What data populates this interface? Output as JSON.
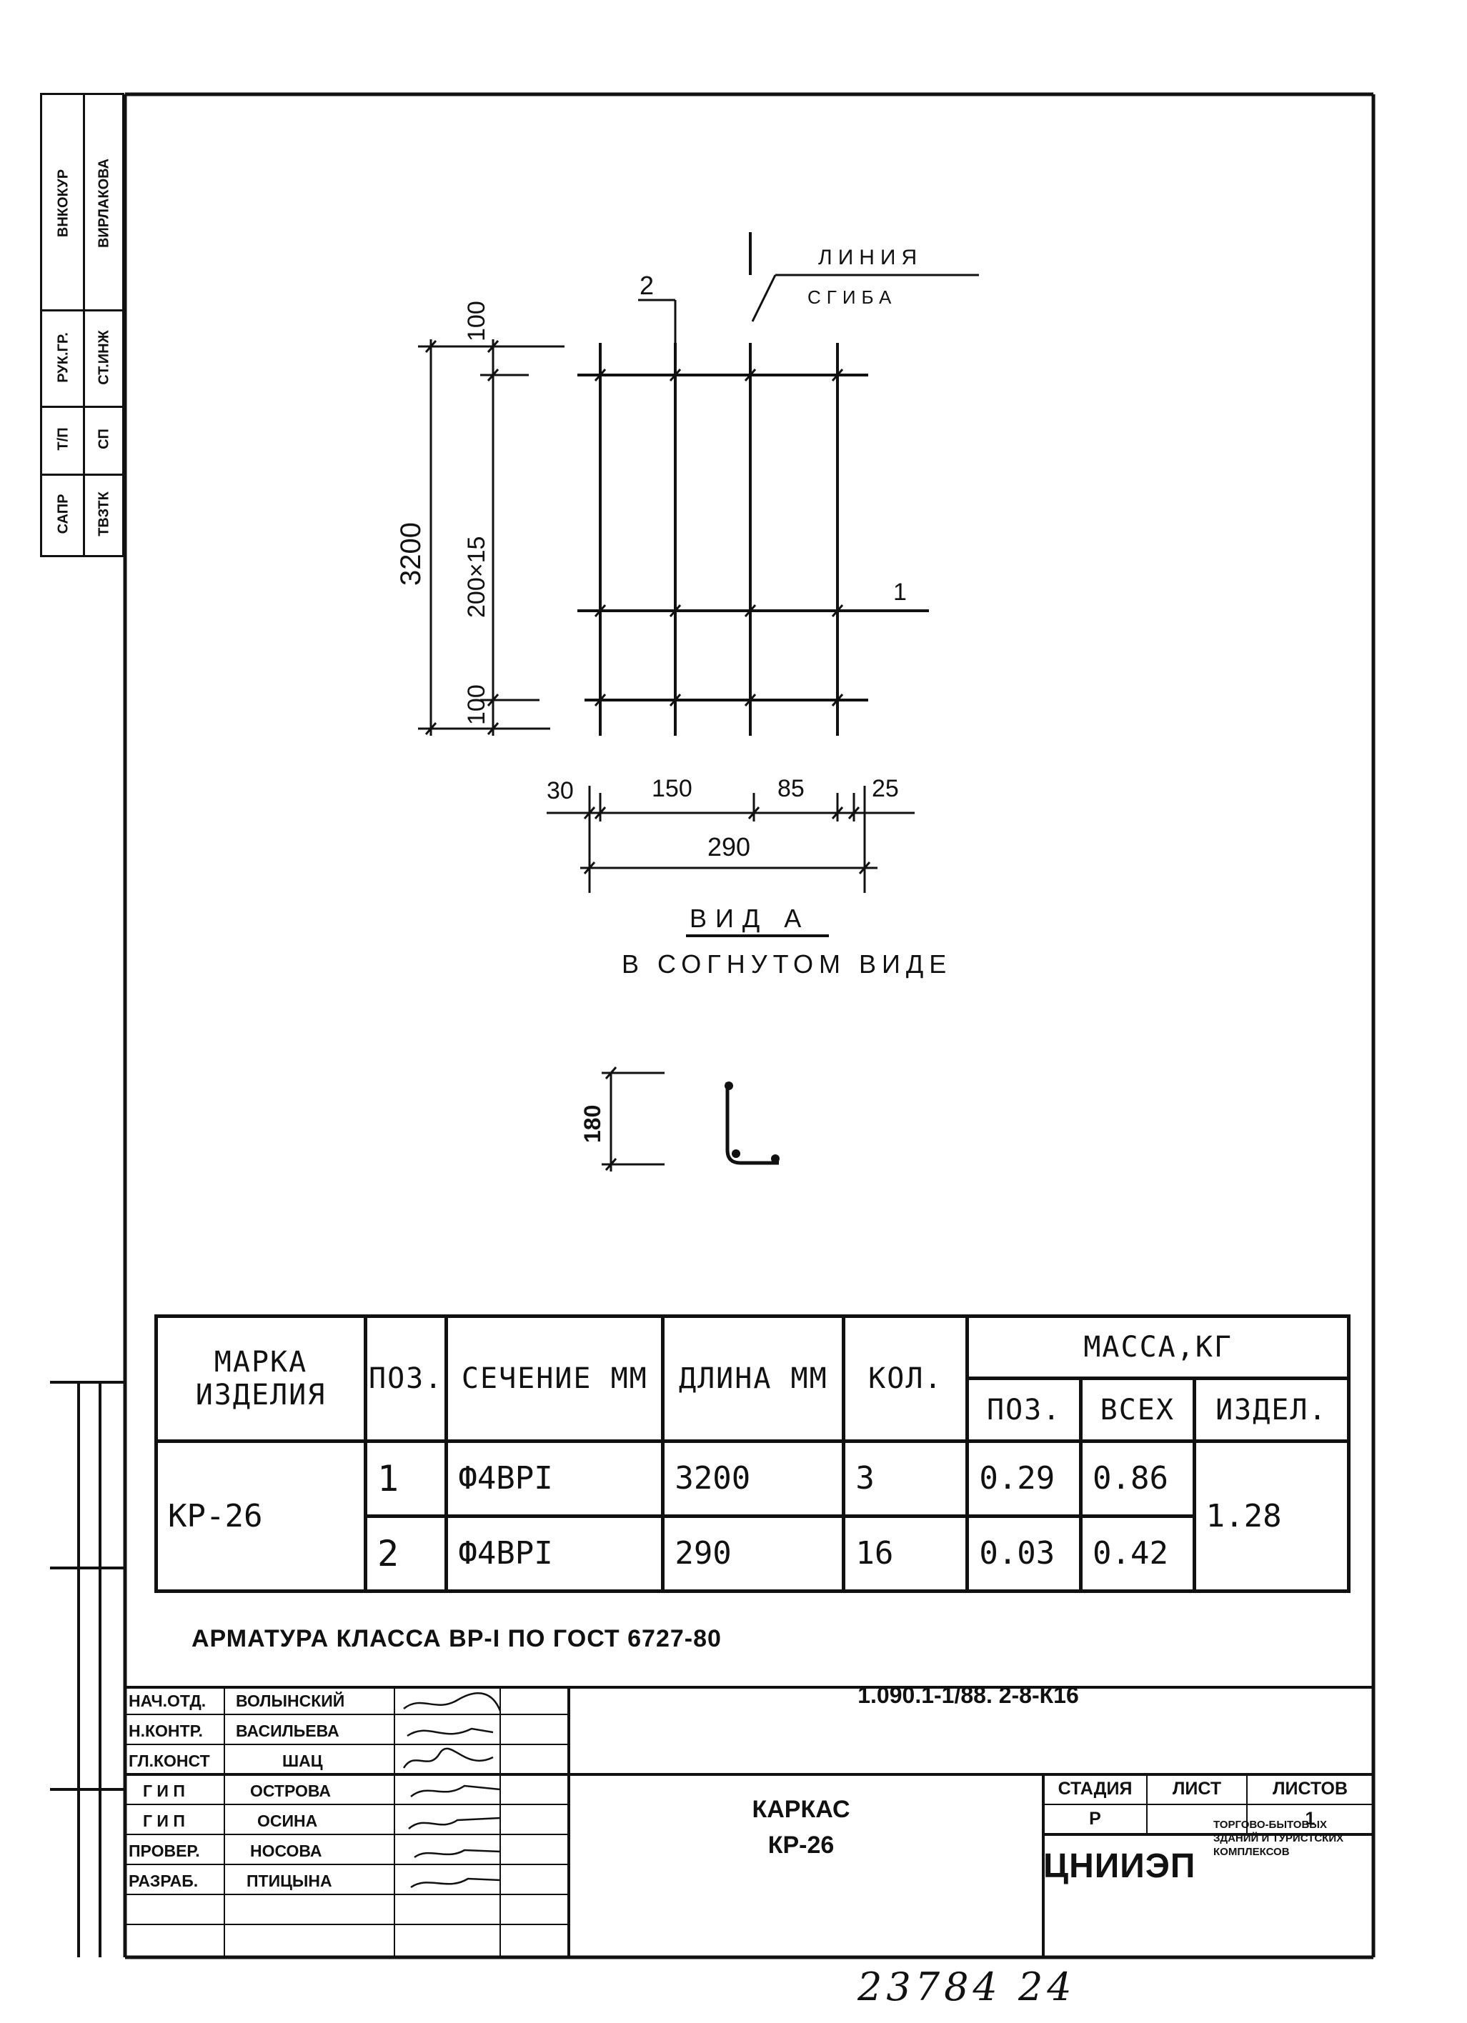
{
  "stamp_strip": {
    "col1": [
      "САПР",
      "Т/П",
      "РУК.ГР.",
      "ВНКОКУР"
    ],
    "col2": [
      "ТВЗТК",
      "СП",
      "СТ.ИНЖ",
      "ВИРЛАКОВА"
    ]
  },
  "drawing": {
    "label_line": "ЛИНИЯ",
    "label_bend": "СГИБА",
    "pos_2": "2",
    "pos_1": "1",
    "dim_total_height": "3200",
    "dim_top": "100",
    "dim_middle": "200×15",
    "dim_bottom": "100",
    "dim_30": "30",
    "dim_150": "150",
    "dim_85": "85",
    "dim_25": "25",
    "dim_290": "290",
    "view_title": "ВИД А",
    "view_subtitle": "В СОГНУТОМ ВИДЕ",
    "dim_180": "180"
  },
  "spec_table": {
    "headers": {
      "mark": "МАРКА ИЗДЕЛИЯ",
      "pos": "ПОЗ.",
      "section": "СЕЧЕНИЕ ММ",
      "length": "ДЛИНА ММ",
      "qty": "КОЛ.",
      "mass": "МАССА,КГ",
      "mass_pos": "ПОЗ.",
      "mass_all": "ВСЕХ",
      "mass_item": "ИЗДЕЛ."
    },
    "mark": "КР-26",
    "item_mass": "1.28",
    "rows": [
      {
        "pos": "1",
        "section": "Ф4ВРI",
        "length": "3200",
        "qty": "3",
        "mass_pos": "0.29",
        "mass_all": "0.86"
      },
      {
        "pos": "2",
        "section": "Ф4ВРI",
        "length": "290",
        "qty": "16",
        "mass_pos": "0.03",
        "mass_all": "0.42"
      }
    ]
  },
  "note": "АРМАТУРА КЛАССА ВР-I ПО ГОСТ 6727-80",
  "title_block": {
    "roles": [
      "НАЧ.ОТД.",
      "Н.КОНТР.",
      "ГЛ.КОНСТ",
      "Г И П",
      "Г И П",
      "ПРОВЕР.",
      "РАЗРАБ."
    ],
    "names": [
      "ВОЛЫНСКИЙ",
      "ВАСИЛЬЕВА",
      "ШАЦ",
      "ОСТРОВА",
      "ОСИНА",
      "НОСОВА",
      "ПТИЦЫНА"
    ],
    "doc_code": "1.090.1-1/88. 2-8-К16",
    "title_line1": "КАРКАС",
    "title_line2": "КР-26",
    "stage_label": "СТАДИЯ",
    "sheet_label": "ЛИСТ",
    "sheets_label": "ЛИСТОВ",
    "stage": "Р",
    "sheets": "1",
    "org": "ЦНИИЭП",
    "org_desc": "ТОРГОВО-БЫТОВЫХ ЗДАНИЙ И ТУРИСТСКИХ КОМПЛЕКСОВ"
  },
  "handwritten_number": "23784 24"
}
